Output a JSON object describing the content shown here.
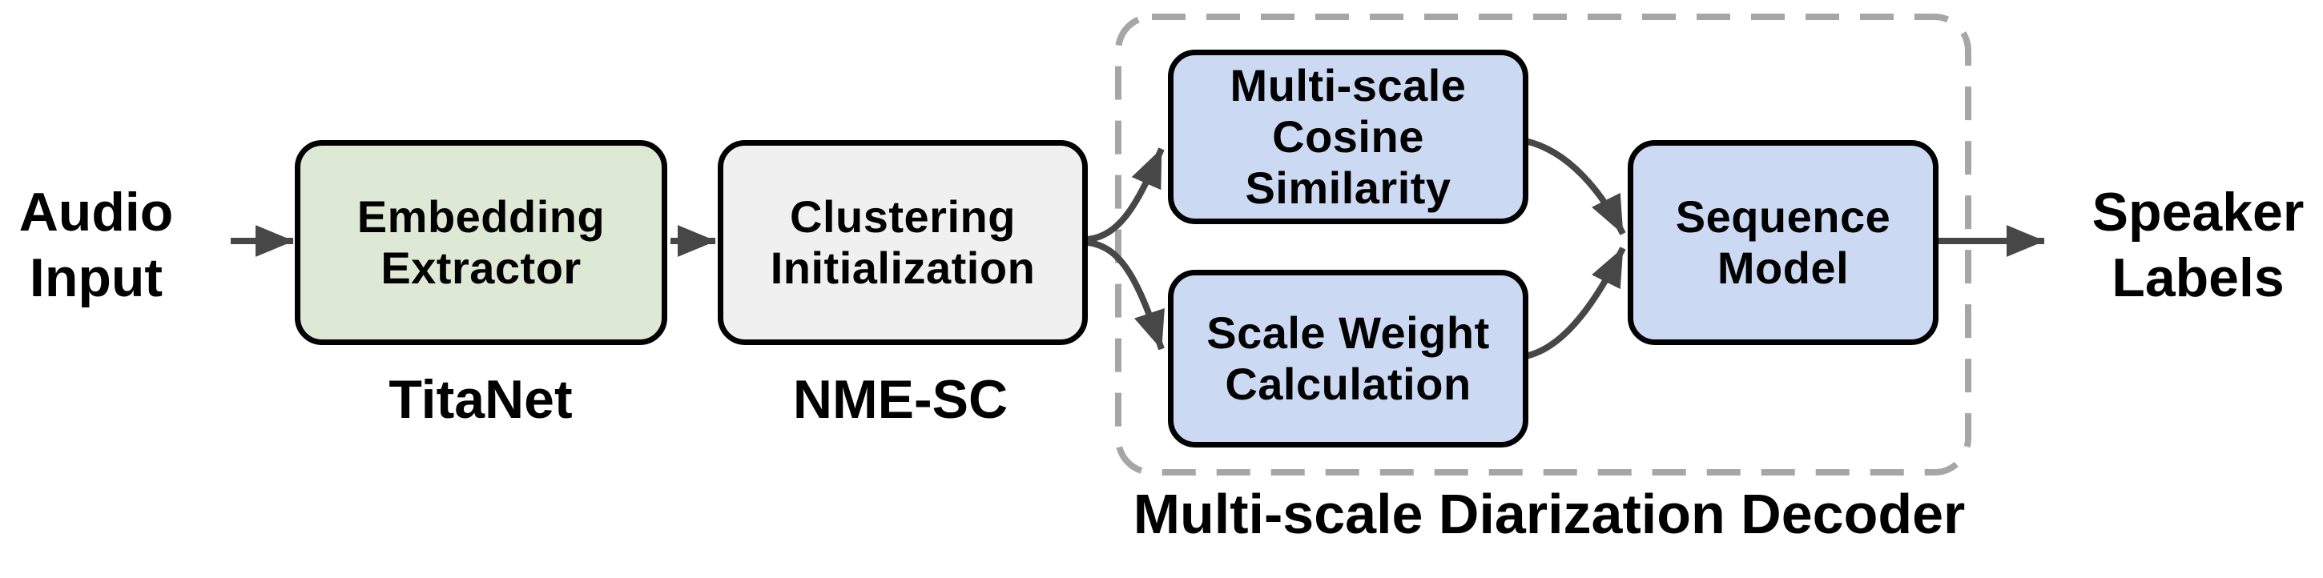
{
  "io": {
    "input": {
      "line1": "Audio",
      "line2": "Input"
    },
    "output": {
      "line1": "Speaker",
      "line2": "Labels"
    }
  },
  "blocks": {
    "embedding": {
      "line1": "Embedding",
      "line2": "Extractor",
      "sublabel": "TitaNet"
    },
    "clustering": {
      "line1": "Clustering",
      "line2": "Initialization",
      "sublabel": "NME-SC"
    },
    "cosine": {
      "line1": "Multi-scale",
      "line2": "Cosine",
      "line3": "Similarity"
    },
    "weight": {
      "line1": "Scale Weight",
      "line2": "Calculation"
    },
    "sequence": {
      "line1": "Sequence",
      "line2": "Model"
    }
  },
  "decoder_group": {
    "label": "Multi-scale Diarization Decoder"
  },
  "colors": {
    "embedding_fill": "#dde8d5",
    "clustering_fill": "#f0f0f1",
    "decoder_block_fill": "#ccd9f2",
    "box_border": "#000000",
    "arrow": "#474747",
    "dashed_border": "#a6a6a6",
    "text": "#000000",
    "background": "#ffffff"
  }
}
